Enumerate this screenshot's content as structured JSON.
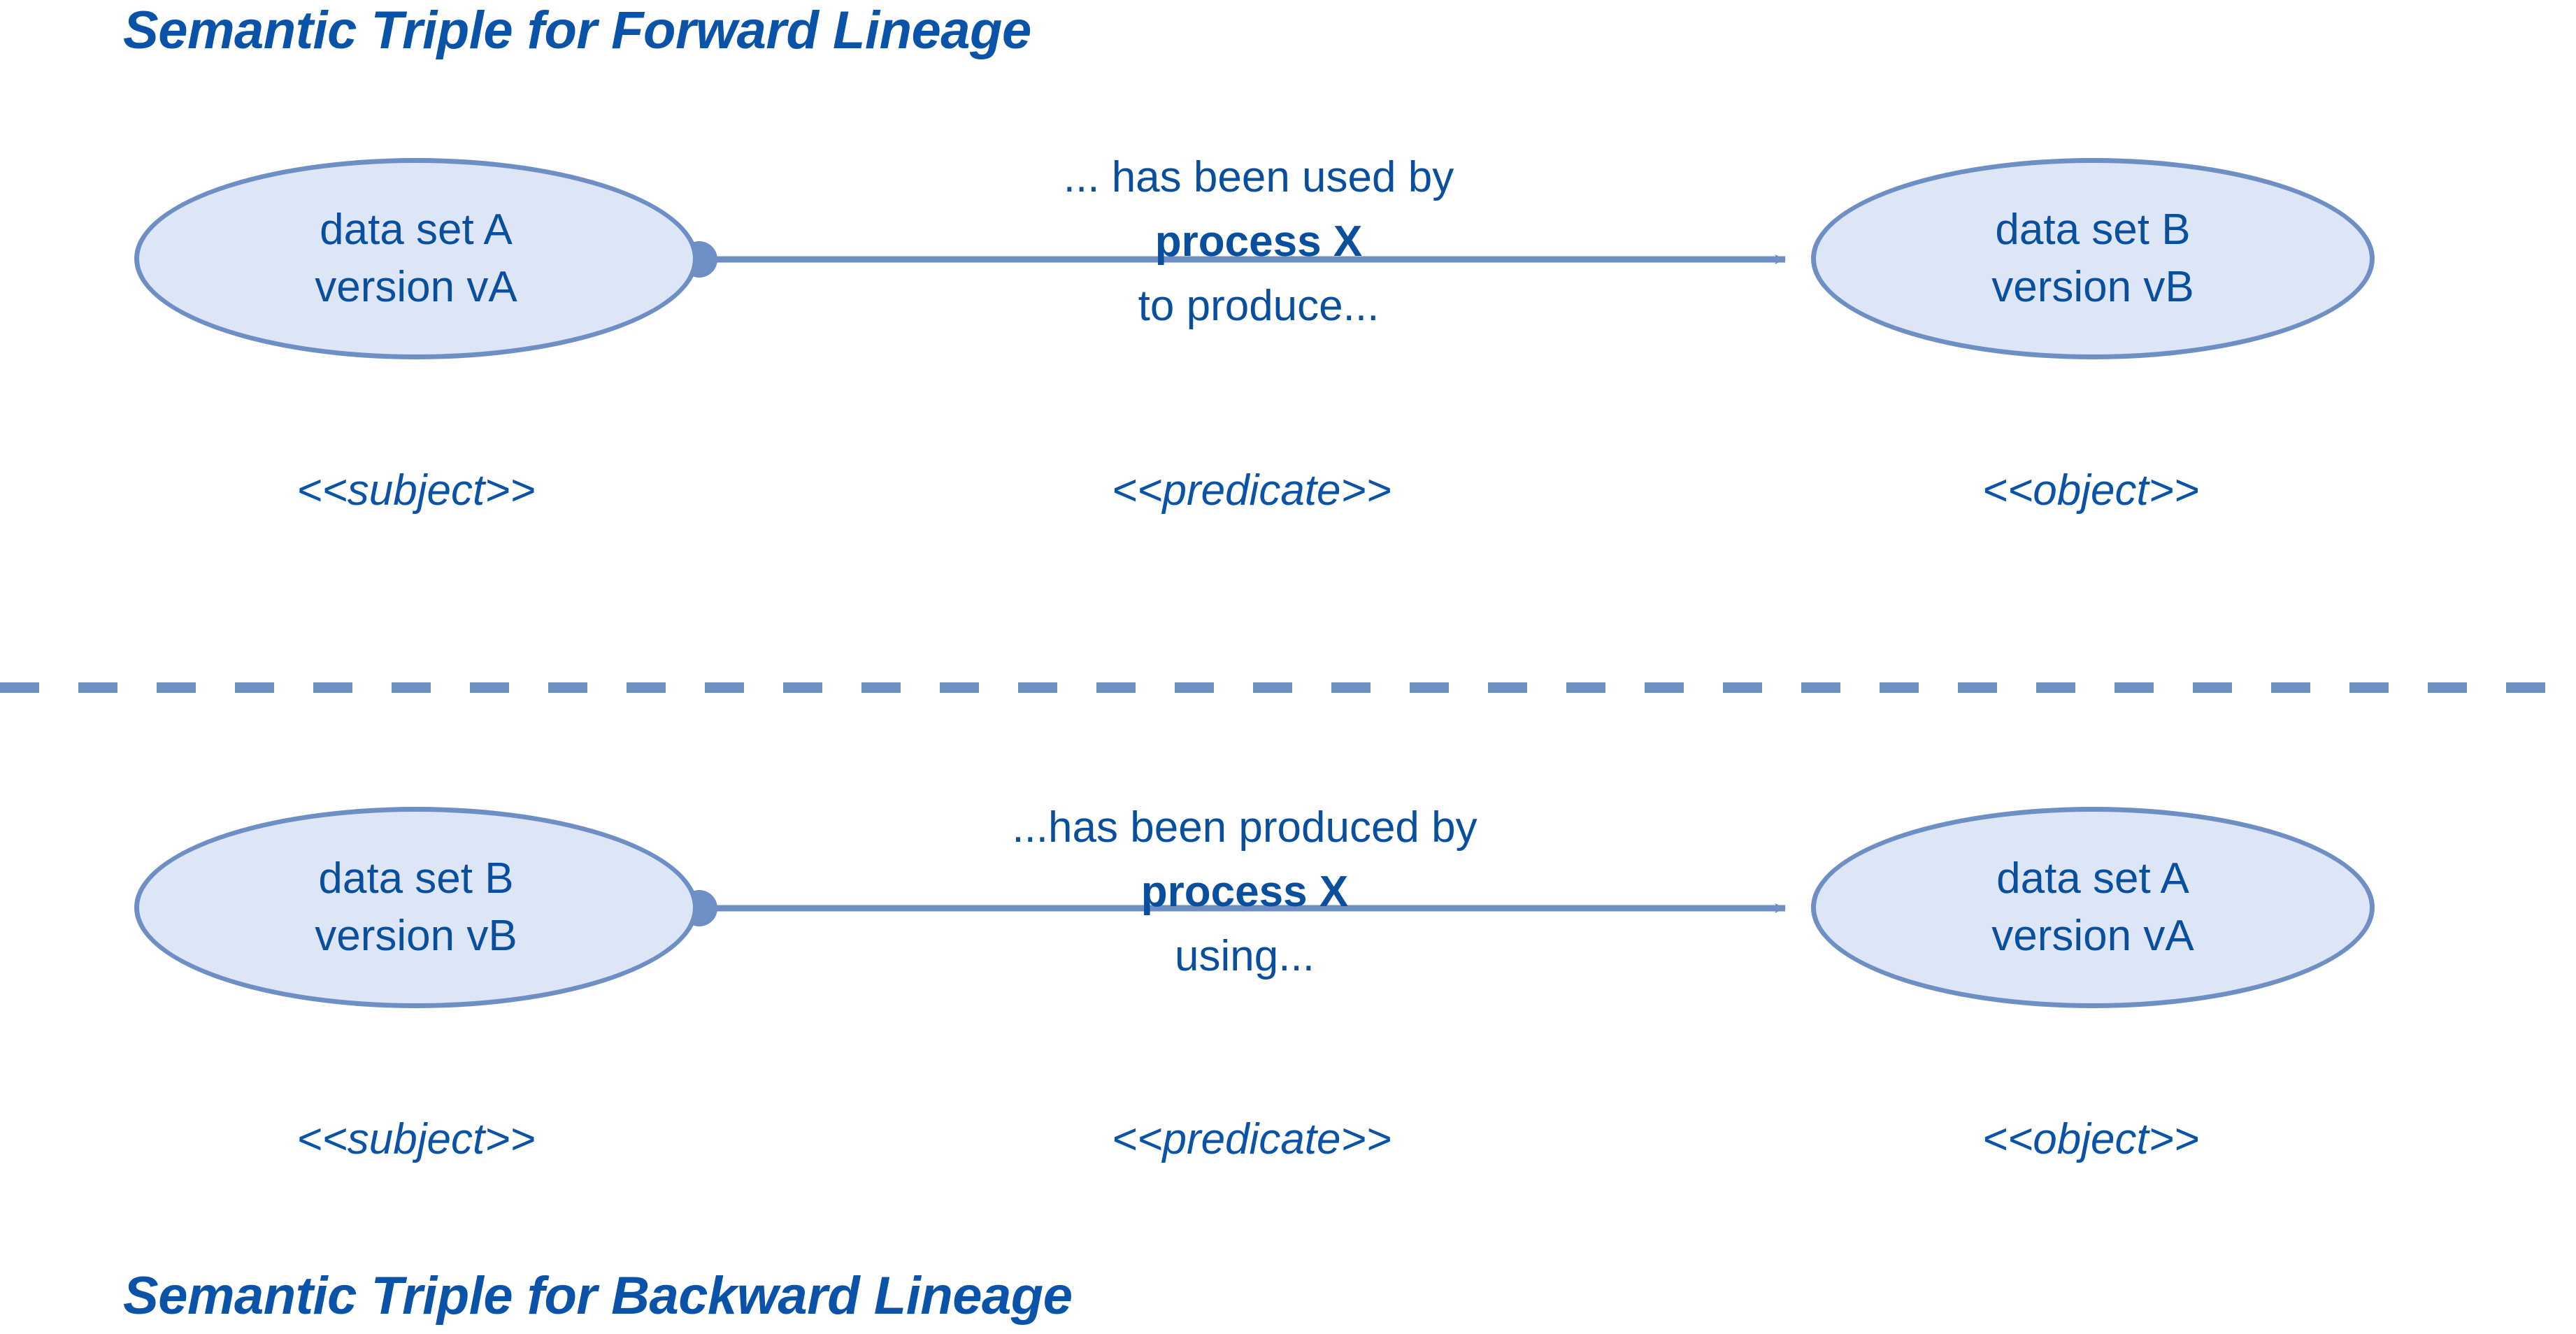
{
  "diagram": {
    "title_top": "Semantic Triple for Forward Lineage",
    "title_bottom": "Semantic Triple for Backward Lineage",
    "colors": {
      "text_blue": "#0A4F9E",
      "title_blue": "#0A53A8",
      "node_fill": "#DCE6F7",
      "node_stroke": "#6E8FC4",
      "edge_blue": "#6E8FC4",
      "divider_blue": "#6E8FC4",
      "background": "#FFFFFF"
    },
    "rows": [
      {
        "name": "forward-lineage",
        "subject": {
          "line1": "data set A",
          "line2": "version vA"
        },
        "object": {
          "line1": "data set B",
          "line2": "version vB"
        },
        "predicate": {
          "line1": "... has been used by",
          "line2": "process X",
          "line3": "to produce..."
        },
        "roles": {
          "subject": "<<subject>>",
          "predicate": "<<predicate>>",
          "object": "<<object>>"
        }
      },
      {
        "name": "backward-lineage",
        "subject": {
          "line1": "data set B",
          "line2": "version vB"
        },
        "object": {
          "line1": "data set A",
          "line2": "version vA"
        },
        "predicate": {
          "line1": "...has been produced by",
          "line2": "process X",
          "line3": "using..."
        },
        "roles": {
          "subject": "<<subject>>",
          "predicate": "<<predicate>>",
          "object": "<<object>>"
        }
      }
    ],
    "divider": {
      "style": "dashed",
      "dash_length": 56,
      "gap_length": 56,
      "thickness": 15
    },
    "edge": {
      "style": "solid-arrow",
      "source_marker": "filled-circle",
      "target_marker": "filled-arrowhead"
    }
  }
}
